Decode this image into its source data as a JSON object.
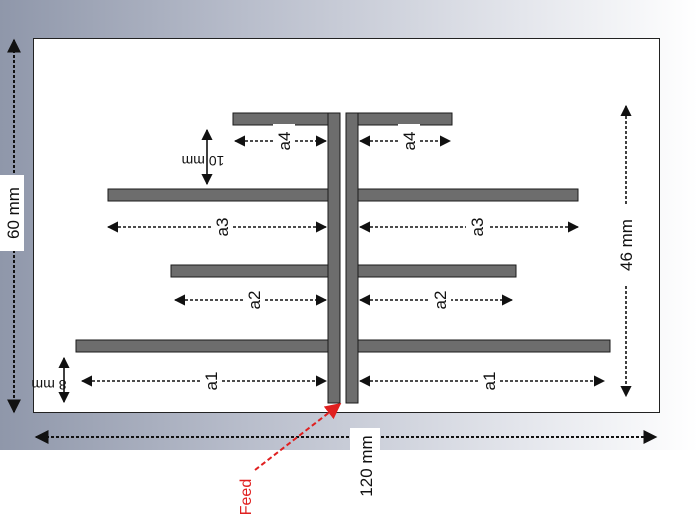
{
  "dimensions": {
    "width_label": "120 mm",
    "height_label": "60 mm",
    "arm_span_label": "46 mm",
    "gap_upper_label": "10 mm",
    "gap_lower_label": "8 mm"
  },
  "arm_labels": {
    "a1": "a1",
    "a2": "a2",
    "a3": "a3",
    "a4": "a4"
  },
  "feed_label": "Feed",
  "colors": {
    "strip": "#6d6d6d",
    "strip_outline": "#1a1a1a",
    "dimension_line": "#111111",
    "feed": "#e02020"
  }
}
